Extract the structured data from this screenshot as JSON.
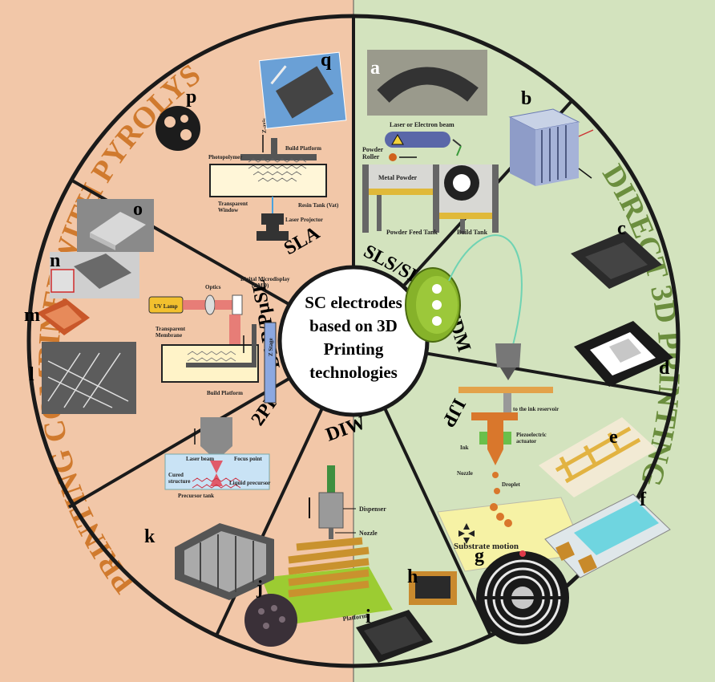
{
  "colors": {
    "left_bg": "#f2c7a8",
    "right_bg": "#d3e3be",
    "border": "#222222",
    "left_arc_text": "#d07a2e",
    "right_arc_text": "#6b8e3e",
    "center_text": "#000000"
  },
  "arc_titles": {
    "left": "3D PRINTING COMBINEDWITH PYROLYSIS",
    "right": "DIRECT 3D PRINTING"
  },
  "center": {
    "line1": "SC electrodes",
    "line2": "based on 3D",
    "line3": "Printing",
    "line4": "technologies"
  },
  "techniques": {
    "sla": "SLA",
    "sls_slm": "SLS/SLM",
    "fdm": "FDM",
    "ijp": "IJP",
    "diw": "DIW",
    "twopp": "2PP",
    "dlp": "DLP/PµSL"
  },
  "panel_letters": {
    "a": "a",
    "b": "b",
    "c": "c",
    "d": "d",
    "e": "e",
    "f": "f",
    "g": "g",
    "h": "h",
    "i": "i",
    "j": "j",
    "k": "k",
    "l": "l",
    "m": "m",
    "n": "n",
    "o": "o",
    "p": "p",
    "q": "q"
  },
  "sla_schematic": {
    "z_axis": "Z-axis",
    "build_platform": "Build Platform",
    "photopolymer": "Photopolymer",
    "resin_tank": "Resin Tank (Vat)",
    "transparent_window_1": "Transparent",
    "transparent_window_2": "Window",
    "laser_projector": "Laser Projector"
  },
  "sls_schematic": {
    "laser": "Laser or Electron beam",
    "powder_roller_1": "Powder",
    "powder_roller_2": "Roller",
    "metal_powder": "Metal Powder",
    "powder_feed_tank": "Powder Feed Tank",
    "build_tank": "Build Tank"
  },
  "dlp_schematic": {
    "optics": "Optics",
    "dmd_1": "Digital Microdisplay",
    "dmd_2": "(DMD)",
    "uv_lamp": "UV Lamp",
    "transparent_membrane_1": "Transparent",
    "transparent_membrane_2": "Membrane",
    "z_stage": "Z Stage",
    "build_platform": "Build Platform"
  },
  "twopp_schematic": {
    "laser_beam": "Laser beam",
    "focus_point": "Focus point",
    "cured_structure_1": "Cured",
    "cured_structure_2": "structure",
    "liquid_precursor": "Liquid precursor",
    "precursor_tank": "Precursor tank"
  },
  "diw_schematic": {
    "dispenser": "Dispenser",
    "nozzle": "Nozzle",
    "platform": "Platform"
  },
  "ijp_schematic": {
    "reservoir": "to the ink reservoir",
    "piezo_1": "Piezoelectric",
    "piezo_2": "actuator",
    "ink": "Ink",
    "nozzle": "Nozzle",
    "droplet": "Droplet",
    "substrate_motion": "Substrate motion"
  }
}
